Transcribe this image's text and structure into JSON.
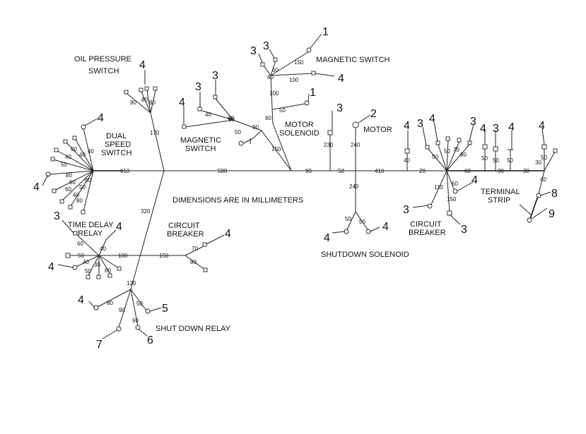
{
  "labels": {
    "oil_pressure_switch": [
      "OIL PRESSURE",
      "SWITCH"
    ],
    "dual_speed_switch": [
      "DUAL",
      "SPEED",
      "SWITCH"
    ],
    "magnetic_switch_left": [
      "MAGNETIC",
      "SWITCH"
    ],
    "magnetic_switch_top": "MAGNETIC SWITCH",
    "motor_solenoid": [
      "MOTOR",
      "SOLENOID"
    ],
    "motor": "MOTOR",
    "dimensions_note": "DIMENSIONS ARE IN MILLIMETERS",
    "time_delay_relay": [
      "TIME DELAY",
      "RELAY"
    ],
    "circuit_breaker_left": [
      "CIRCUIT",
      "BREAKER"
    ],
    "circuit_breaker_right": [
      "CIRCUIT",
      "BREAKER"
    ],
    "terminal_strip": [
      "TERMINAL",
      "STRIP"
    ],
    "shutdown_solenoid": "SHUTDOWN SOLENOID",
    "shut_down_relay": "SHUT DOWN RELAY"
  },
  "trunk_dimensions": [
    "610",
    "580",
    "90",
    "50",
    "410",
    "20",
    "60",
    "30",
    "30"
  ],
  "branch_dimensions": {
    "oil_pressure": [
      "170",
      "90",
      "80",
      "80"
    ],
    "dual_speed": [
      "40",
      "40",
      "60",
      "40",
      "50",
      "80",
      "60",
      "60",
      "40",
      "50",
      "60",
      "80"
    ],
    "magnetic_left": [
      "90",
      "40",
      "60",
      "50",
      "90",
      "150"
    ],
    "magnetic_top": [
      "150",
      "60",
      "100",
      "100",
      "60",
      "50",
      "60"
    ],
    "motor_solenoid": [
      "230"
    ],
    "motor": [
      "240"
    ],
    "shutdown_solenoid": [
      "240",
      "50",
      "50"
    ],
    "right_cluster": [
      "40",
      "50",
      "50",
      "70",
      "80",
      "50",
      "50",
      "50",
      "30",
      "50",
      "40"
    ],
    "circuit_breaker_right": [
      "110",
      "50",
      "150"
    ],
    "time_delay": [
      "320",
      "60",
      "50",
      "40",
      "40",
      "30",
      "50",
      "60",
      "100",
      "150",
      "70",
      "80",
      "120"
    ],
    "shut_down_relay": [
      "80",
      "90",
      "90",
      "50"
    ]
  },
  "callouts": [
    "1",
    "1",
    "2",
    "3",
    "3",
    "3",
    "3",
    "3",
    "3",
    "3",
    "3",
    "3",
    "3",
    "3",
    "4",
    "4",
    "4",
    "4",
    "4",
    "4",
    "4",
    "4",
    "4",
    "4",
    "4",
    "4",
    "4",
    "4",
    "4",
    "4",
    "5",
    "6",
    "7",
    "8",
    "9"
  ]
}
